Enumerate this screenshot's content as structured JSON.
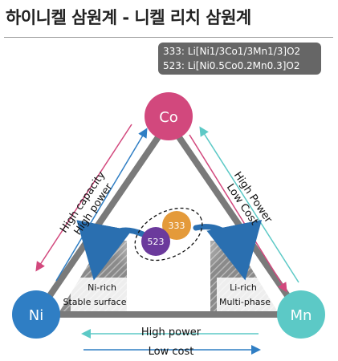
{
  "header": {
    "title": "하이니켈 삼원계 - 니켈 리치 삼원계"
  },
  "formula_box": {
    "line1": "333: Li[Ni1/3Co1/3Mn1/3]O2",
    "line2": "523: Li[Ni0.5Co0.2Mn0.3]O2"
  },
  "nodes": {
    "co": {
      "label": "Co",
      "color": "#d2487d"
    },
    "ni": {
      "label": "Ni",
      "color": "#2f7ec4"
    },
    "mn": {
      "label": "Mn",
      "color": "#5cc9c6"
    }
  },
  "center": {
    "sample_333": {
      "label": "333",
      "color": "#e49a3a"
    },
    "sample_523": {
      "label": "523",
      "color": "#6b3a9c"
    }
  },
  "corner_regions": {
    "ni_rich": {
      "line1": "Ni-rich",
      "line2": "Stable surface"
    },
    "li_rich": {
      "line1": "Li-rich",
      "line2": "Multi-phase"
    }
  },
  "left_edge": {
    "line1": "High capacity",
    "line2": "High power"
  },
  "right_edge": {
    "line1": "High Power",
    "line2": "Low Cost"
  },
  "bottom_edge": {
    "line1": "High power",
    "line2": "Low cost"
  },
  "colors": {
    "arrow_pink": "#d2487d",
    "arrow_blue": "#2f7ec4",
    "arrow_teal": "#5cc9c6",
    "triangle": "#7a7a7a"
  }
}
